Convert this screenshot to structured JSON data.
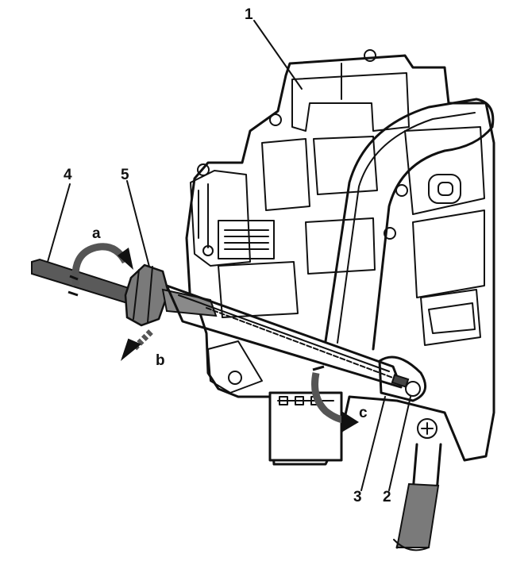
{
  "diagram": {
    "callouts": {
      "part1": "1",
      "part2": "2",
      "part3": "3",
      "part4": "4",
      "part5": "5"
    },
    "arrows": {
      "a": "a",
      "b": "b",
      "c": "c"
    },
    "colors": {
      "line": "#111111",
      "cable": "#5a5a5a",
      "background": "#ffffff"
    }
  }
}
